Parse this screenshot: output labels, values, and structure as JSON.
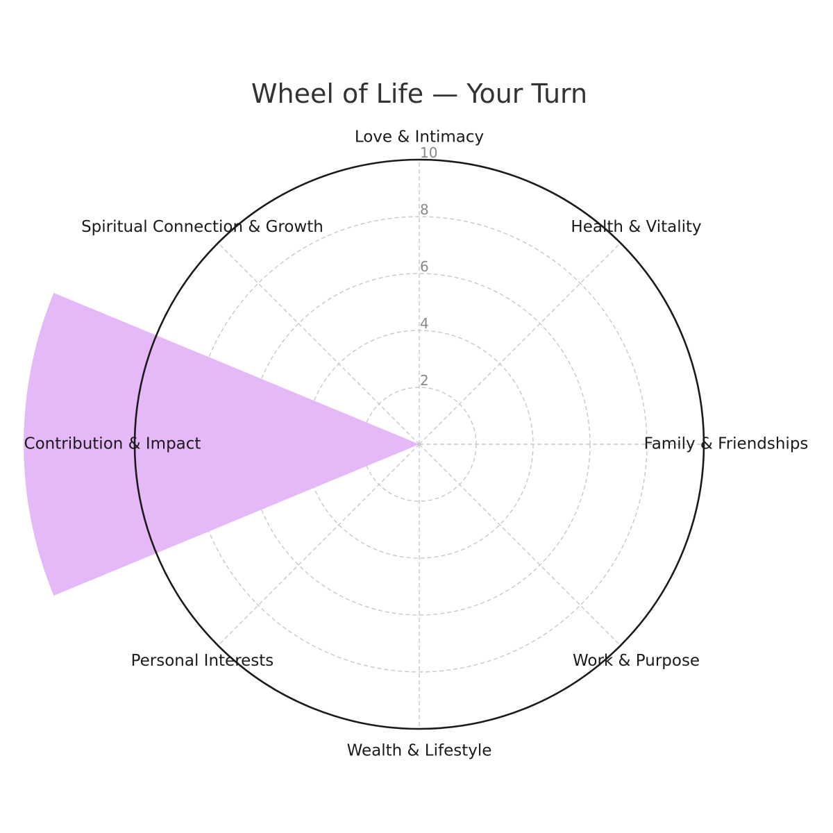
{
  "chart_data": {
    "type": "polar-bar",
    "title": "Wheel of Life — Your Turn",
    "categories": [
      "Love & Intimacy",
      "Health & Vitality",
      "Family & Friendships",
      "Work & Purpose",
      "Wealth & Lifestyle",
      "Personal Interests",
      "Contribution & Impact",
      "Spiritual Connection & Growth"
    ],
    "values": [
      0,
      0,
      0,
      0,
      0,
      0,
      13.9,
      0
    ],
    "value_range": [
      0,
      10
    ],
    "ticks": [
      2,
      4,
      6,
      8,
      10
    ],
    "tick_labels": [
      "2",
      "4",
      "6",
      "8",
      "10"
    ],
    "grid": true,
    "bar_color": "#e5b9f7",
    "bar_opacity": 1,
    "outer_ring_color": "#1a1a1a",
    "grid_color": "#c8c8c8"
  }
}
